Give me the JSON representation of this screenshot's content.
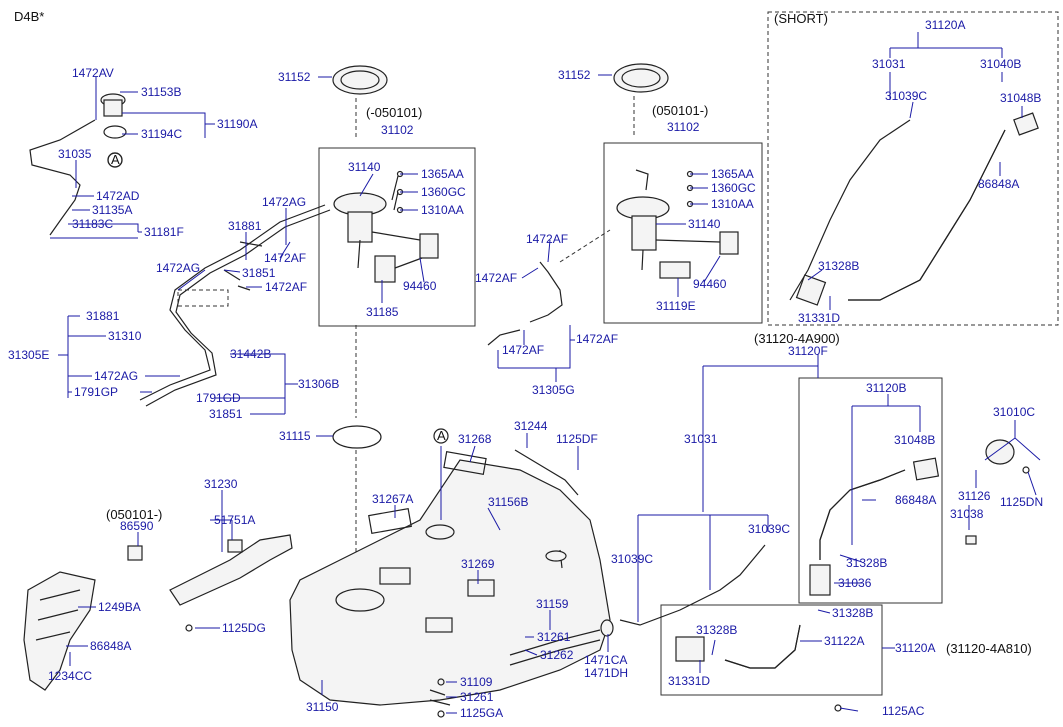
{
  "header": {
    "model": "D4B*"
  },
  "groups": {
    "short": "(SHORT)",
    "variant_a900": "(31120-4A900)",
    "variant_a810": "(31120-4A810)",
    "date_before": "(-050101)",
    "date_after_1": "(050101-)",
    "date_after_2": "(050101-)"
  },
  "callouts": {
    "a_top": "A",
    "a_tank": "A"
  },
  "parts": [
    "1472AV",
    "31153B",
    "31190A",
    "31194C",
    "31035",
    "1472AD",
    "31135A",
    "31183C",
    "31181F",
    "31152",
    "31102",
    "31140",
    "1365AA",
    "1360GC",
    "1310AA",
    "1472AG",
    "31881",
    "1472AF",
    "1472AG",
    "31851",
    "1472AF",
    "94460",
    "31185",
    "31881",
    "31310",
    "31305E",
    "31442B",
    "1472AG",
    "31306B",
    "1791GP",
    "1791GD",
    "31851",
    "31115",
    "31152",
    "31102",
    "1365AA",
    "1360GC",
    "1310AA",
    "31140",
    "1472AF",
    "1472AF",
    "94460",
    "31119E",
    "1472AF",
    "1472AF",
    "31305G",
    "31120A",
    "31031",
    "31040B",
    "31039C",
    "31048B",
    "86848A",
    "31328B",
    "31331D",
    "31120F",
    "31120B",
    "31010C",
    "31048B",
    "31031",
    "86848A",
    "31126",
    "1125DN",
    "31038",
    "31039C",
    "31328B",
    "31036",
    "31268",
    "31244",
    "1125DF",
    "31267A",
    "31156B",
    "31039C",
    "31269",
    "31159",
    "31261",
    "31262",
    "1471CA",
    "1471DH",
    "31328B",
    "31122A",
    "31120A",
    "31328B",
    "31331D",
    "1125AC",
    "31230",
    "51751A",
    "86590",
    "1249BA",
    "86848A",
    "1234CC",
    "1125DG",
    "31109",
    "31261",
    "1125GA",
    "31150"
  ]
}
